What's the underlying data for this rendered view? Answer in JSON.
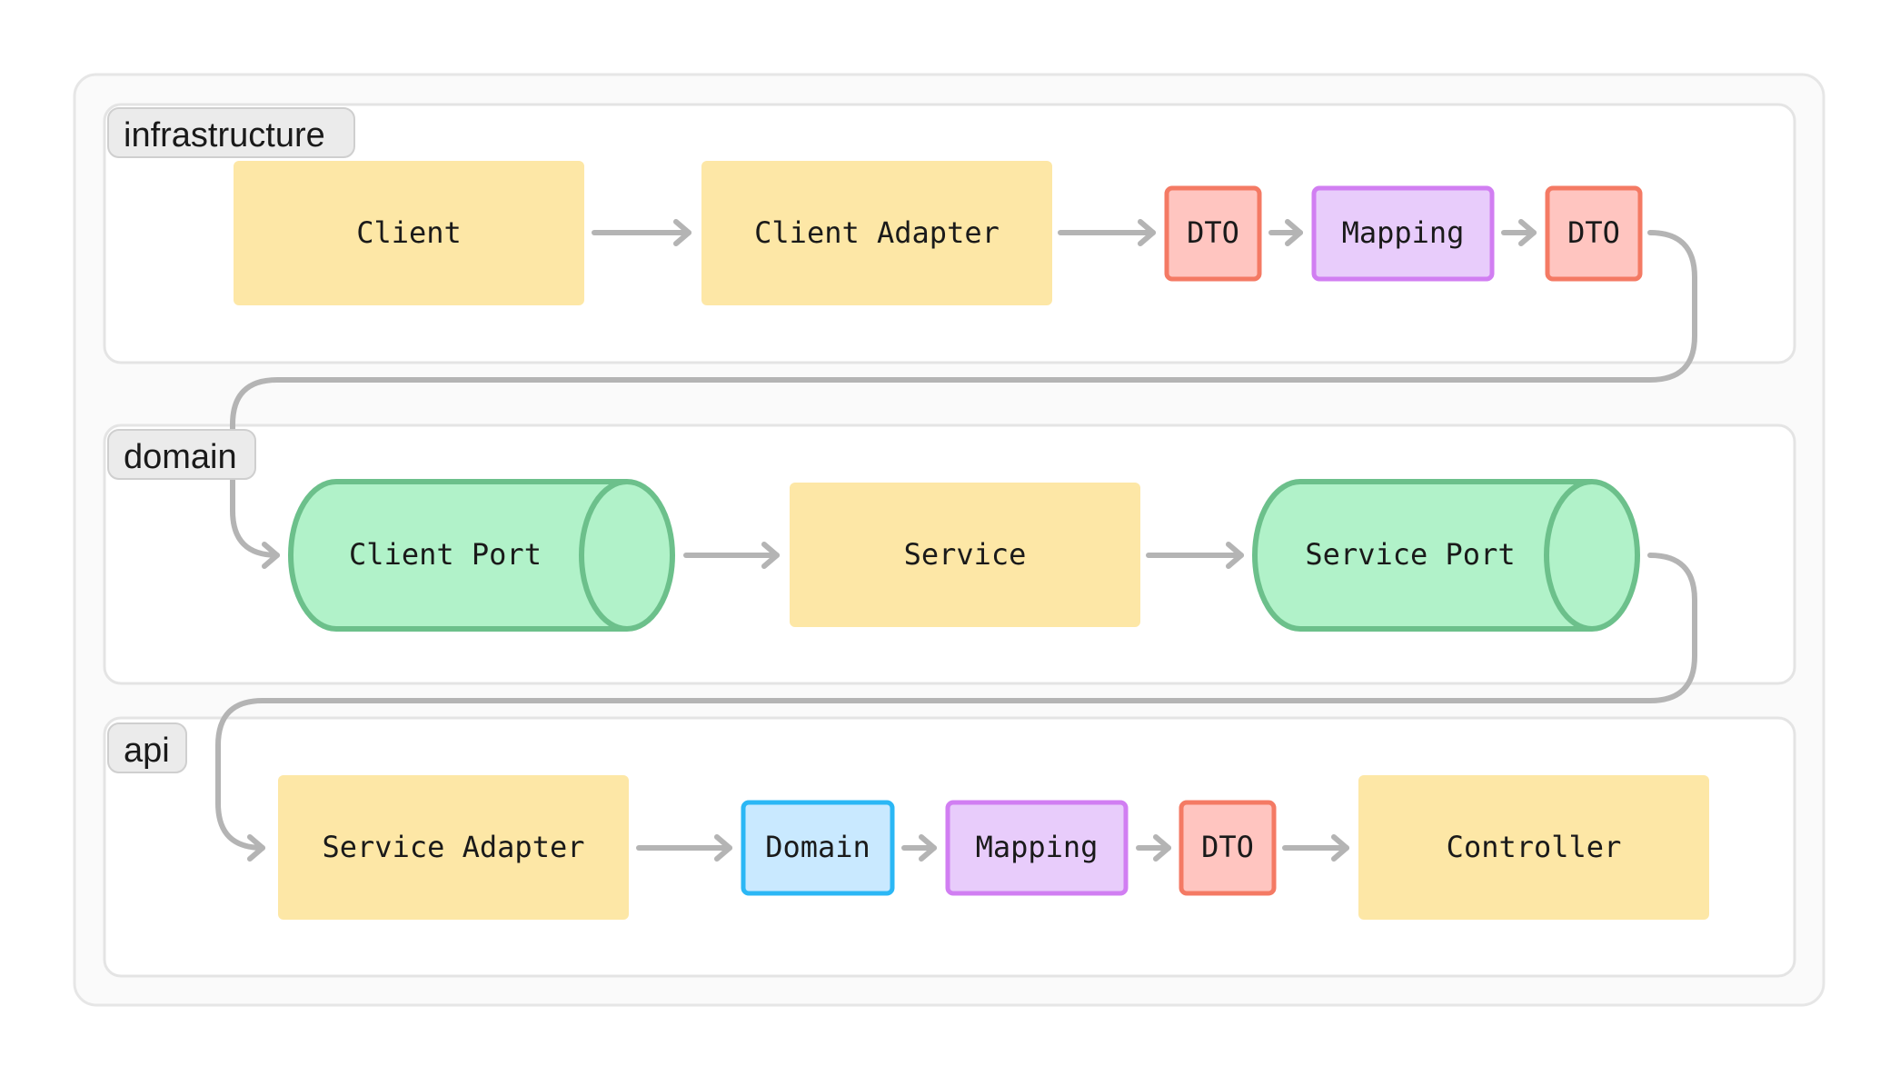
{
  "colors": {
    "component": "#fde7a6",
    "dto_fill": "#ffc5c0",
    "dto_border": "#f47a64",
    "mapping_fill": "#e8ccfb",
    "mapping_border": "#d17ef2",
    "domain_fill": "#c9e9ff",
    "domain_border": "#2bb7f5",
    "port_fill": "#b1f2c9",
    "port_border": "#6cc08b",
    "arrow": "#b4b4b4",
    "lane_border": "#e4e4e4",
    "label_fill": "#ebebeb"
  },
  "lanes": {
    "infrastructure": {
      "label": "infrastructure",
      "client": "Client",
      "client_adapter": "Client Adapter",
      "dto_1": "DTO",
      "mapping": "Mapping",
      "dto_2": "DTO"
    },
    "domain": {
      "label": "domain",
      "client_port": "Client Port",
      "service": "Service",
      "service_port": "Service Port"
    },
    "api": {
      "label": "api",
      "service_adapter": "Service Adapter",
      "domain_model": "Domain",
      "mapping": "Mapping",
      "dto": "DTO",
      "controller": "Controller"
    }
  }
}
